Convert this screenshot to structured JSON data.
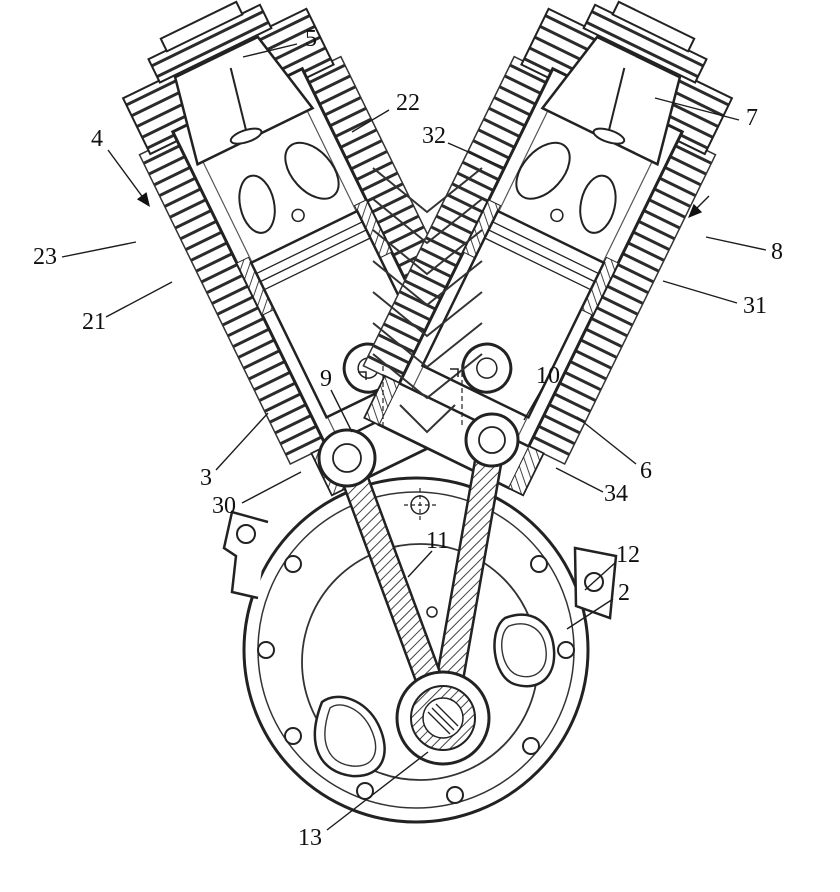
{
  "figure": {
    "colors": {
      "ink": "#222222",
      "paper": "#ffffff"
    },
    "labels": [
      {
        "text": "5"
      },
      {
        "text": "22"
      },
      {
        "text": "4"
      },
      {
        "text": "32"
      },
      {
        "text": "7"
      },
      {
        "text": "23"
      },
      {
        "text": "8"
      },
      {
        "text": "21"
      },
      {
        "text": "31"
      },
      {
        "text": "9"
      },
      {
        "text": "10"
      },
      {
        "text": "3"
      },
      {
        "text": "6"
      },
      {
        "text": "30"
      },
      {
        "text": "34"
      },
      {
        "text": "11"
      },
      {
        "text": "12"
      },
      {
        "text": "2"
      },
      {
        "text": "13"
      }
    ]
  }
}
